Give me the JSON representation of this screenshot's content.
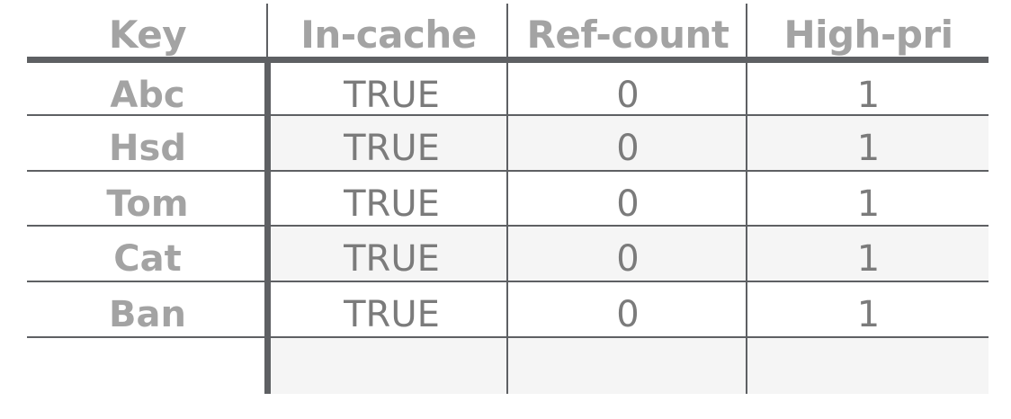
{
  "table": {
    "columns": [
      "Key",
      "In-cache",
      "Ref-count",
      "High-pri"
    ],
    "rows": [
      {
        "key": "Abc",
        "in_cache": "TRUE",
        "ref_count": "0",
        "high_pri": "1"
      },
      {
        "key": "Hsd",
        "in_cache": "TRUE",
        "ref_count": "0",
        "high_pri": "1"
      },
      {
        "key": "Tom",
        "in_cache": "TRUE",
        "ref_count": "0",
        "high_pri": "1"
      },
      {
        "key": "Cat",
        "in_cache": "TRUE",
        "ref_count": "0",
        "high_pri": "1"
      },
      {
        "key": "Ban",
        "in_cache": "TRUE",
        "ref_count": "0",
        "high_pri": "1"
      },
      {
        "key": "",
        "in_cache": "",
        "ref_count": "",
        "high_pri": ""
      }
    ]
  },
  "colors": {
    "rule": "#5e6063",
    "header_text": "#a3a3a3",
    "body_text": "#7b7b7b",
    "row_shade": "#f5f5f5"
  }
}
